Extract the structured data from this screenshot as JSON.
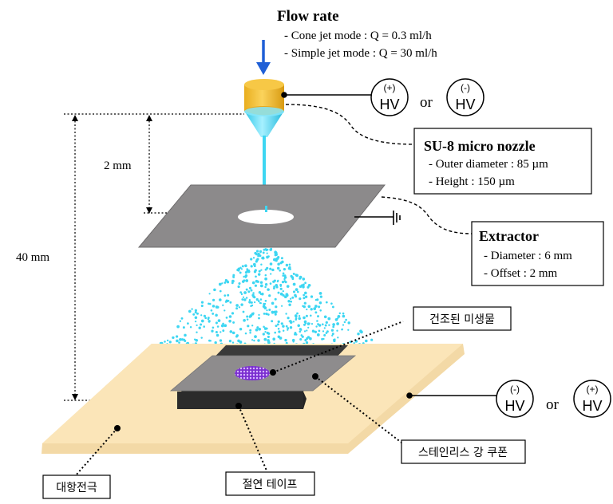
{
  "flow_rate": {
    "title": "Flow rate",
    "lines": [
      "- Cone jet mode : Q = 0.3 ml/h",
      "- Simple jet mode : Q = 30 ml/h"
    ]
  },
  "top_supply": {
    "left": {
      "sign": "(+)",
      "label": "HV"
    },
    "or_text": "or",
    "right": {
      "sign": "(-)",
      "label": "HV"
    }
  },
  "nozzle_box": {
    "title": "SU-8 micro nozzle",
    "lines": [
      "- Outer diameter : 85 µm",
      "- Height : 150 µm"
    ]
  },
  "extractor_box": {
    "title": "Extractor",
    "lines": [
      "- Diameter : 6 mm",
      "- Offset : 2 mm"
    ]
  },
  "dims": {
    "short": "2 mm",
    "long": "40 mm"
  },
  "bottom_supply": {
    "left": {
      "sign": "(-)",
      "label": "HV"
    },
    "or_text": "or",
    "right": {
      "sign": "(+)",
      "label": "HV"
    }
  },
  "labels": {
    "dried_microbe": "건조된 미생물",
    "stainless_coupon": "스테인리스 강 쿠폰",
    "counter_electrode": "대항전극",
    "insulating_tape": "절연 테이프"
  },
  "colors": {
    "jet_blue": "#3DD6F2",
    "arrow_blue": "#1F5FD6",
    "nozzle_gold": "#F2C13A",
    "extractor_gray": "#8C8A8B",
    "base_plate": "#FBE5B8",
    "microbe_purple": "#9A4BE0"
  }
}
